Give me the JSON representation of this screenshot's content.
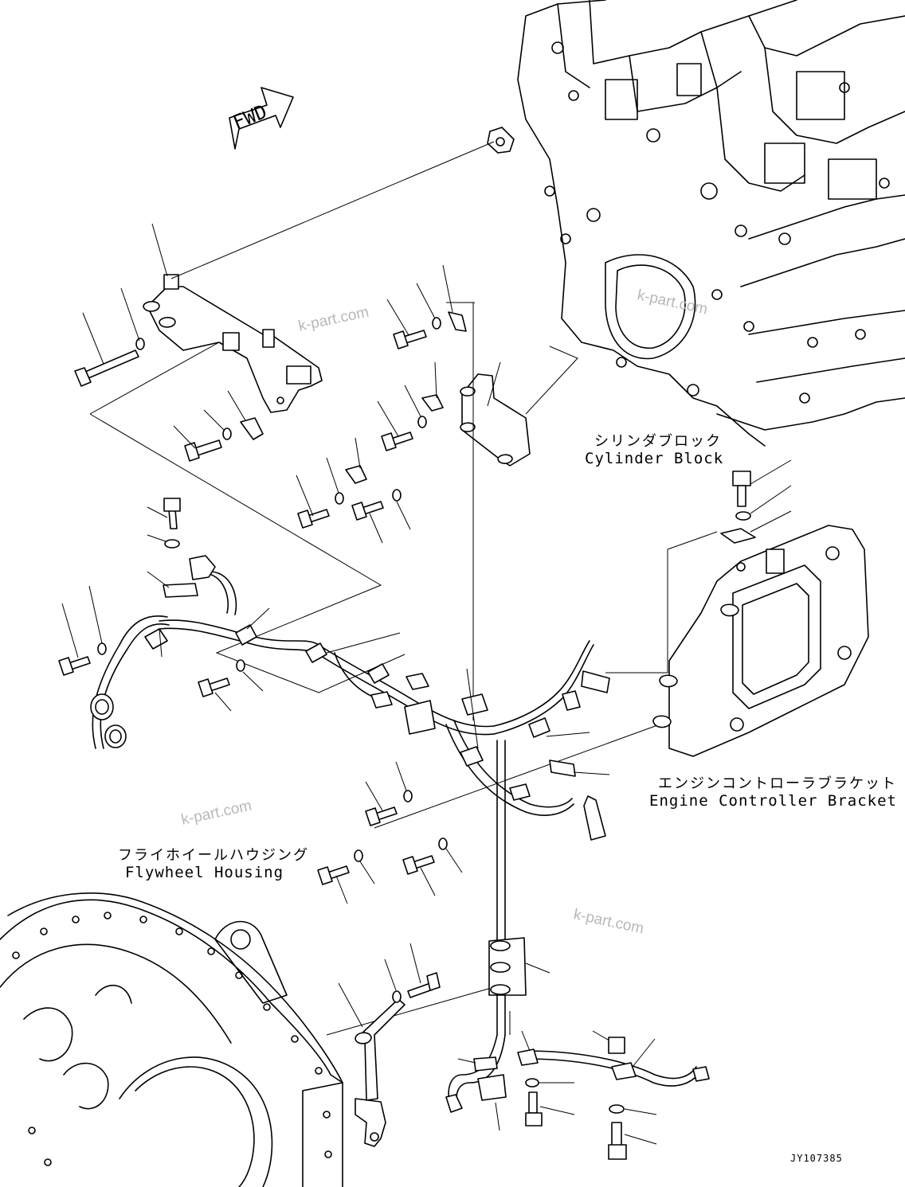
{
  "direction_arrow": "FWD",
  "labels": {
    "cylinder_block_jp": "シリンダブロック",
    "cylinder_block_en": "Cylinder Block",
    "controller_bracket_jp": "エンジンコントローラブラケット",
    "controller_bracket_en": "Engine Controller Bracket",
    "flywheel_housing_jp": "フライホイールハウジング",
    "flywheel_housing_en": "Flywheel Housing"
  },
  "watermark": "k-part.com",
  "drawing_code": "JY107385",
  "colors": {
    "line": "#000000",
    "watermark": "#b8b8b8",
    "background": "#ffffff"
  }
}
